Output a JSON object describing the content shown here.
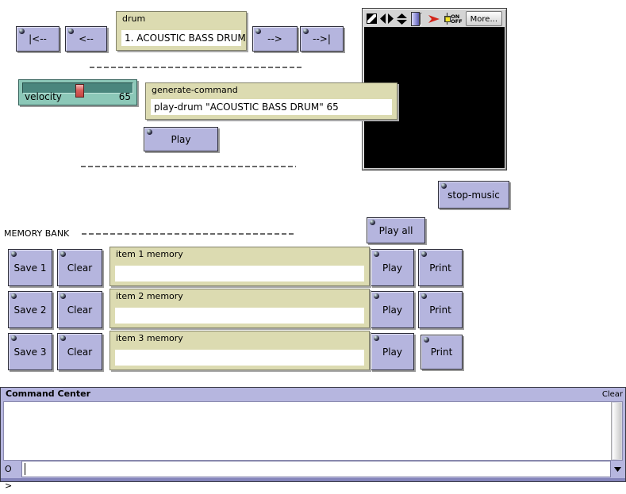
{
  "colors": {
    "button_lavender": "#b5b5de",
    "panel_khaki": "#dcdbb1",
    "slider_teal": "#8cc8b8",
    "slider_groove": "#4a867d",
    "slider_handle_red": "#d95f5c",
    "toolbar_arrow_red": "#d3261b",
    "command_header_lavender": "#b6b6df",
    "display_black": "#000000"
  },
  "nav": {
    "first": "|<--",
    "prev": "<--",
    "next": "-->",
    "last": "-->|"
  },
  "drum": {
    "label": "drum",
    "value": "1. ACOUSTIC BASS DRUM"
  },
  "velocity": {
    "label": "velocity",
    "value": "65"
  },
  "generate_command": {
    "label": "generate-command",
    "value": "play-drum \"ACOUSTIC BASS DRUM\" 65"
  },
  "transport": {
    "play": "Play",
    "stop": "stop-music"
  },
  "display_window": {
    "more": "More...",
    "on": "ON",
    "off": "OFF"
  },
  "memory_bank": {
    "title": "MEMORY BANK",
    "play_all": "Play all",
    "rows": [
      {
        "save": "Save 1",
        "clear": "Clear",
        "label": "item 1 memory",
        "value": "",
        "play": "Play",
        "print": "Print"
      },
      {
        "save": "Save 2",
        "clear": "Clear",
        "label": "item 2 memory",
        "value": "",
        "play": "Play",
        "print": "Print"
      },
      {
        "save": "Save 3",
        "clear": "Clear",
        "label": "item 3 memory",
        "value": "",
        "play": "Play",
        "print": "Print"
      }
    ]
  },
  "command_center": {
    "title": "Command Center",
    "clear": "Clear",
    "log": "",
    "prompt": "O >",
    "input": ""
  }
}
